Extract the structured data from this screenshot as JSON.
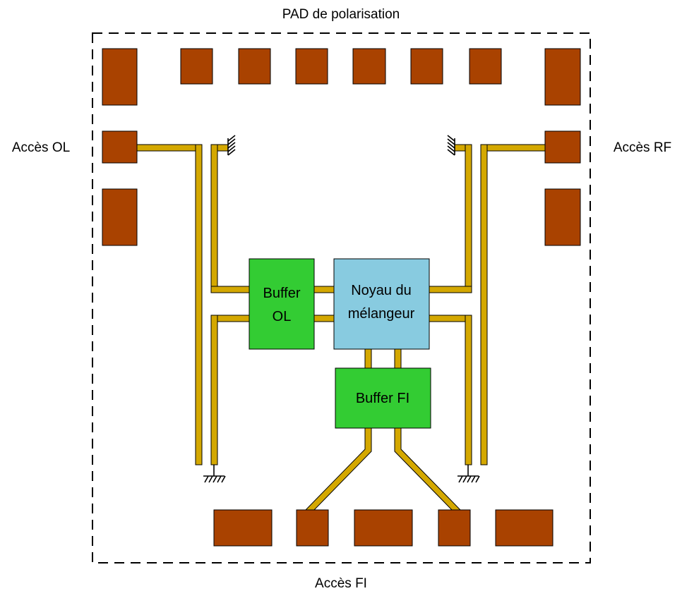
{
  "labels": {
    "top": "PAD de polarisation",
    "left": "Accès OL",
    "right": "Accès RF",
    "bottom": "Accès FI"
  },
  "blocks": {
    "buffer_ol": {
      "line1": "Buffer",
      "line2": "OL"
    },
    "mixer_core": {
      "line1": "Noyau du",
      "line2": "mélangeur"
    },
    "buffer_fi": {
      "line1": "Buffer FI"
    }
  },
  "colors": {
    "pad": "#a94200",
    "transmission_line": "#d4a800",
    "buffer": "#33cc33",
    "mixer_core": "#88cbe0",
    "frame": "#000000"
  }
}
